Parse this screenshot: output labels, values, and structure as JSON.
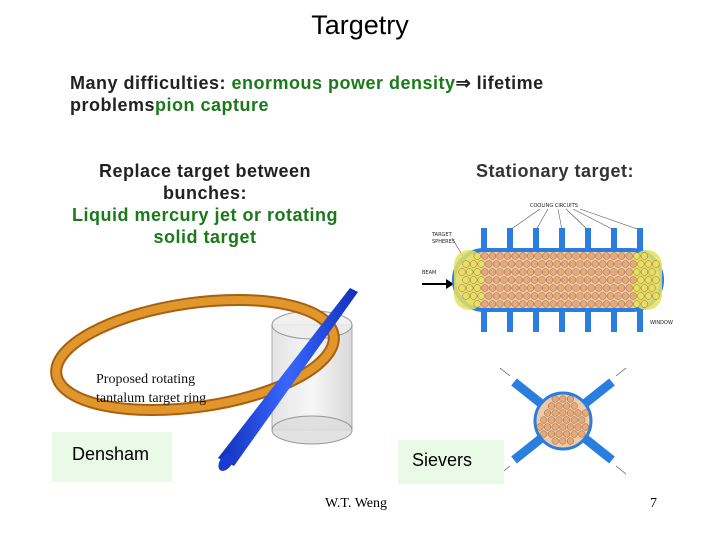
{
  "slide": {
    "title": "Targetry",
    "intro": {
      "part1": "Many difficulties: ",
      "part2": "enormous power density",
      "arrow_glyph": "⇒",
      "part3": " lifetime problems",
      "part4": "pion capture"
    },
    "left_block": [
      "Replace target between",
      "bunches:",
      "Liquid mercury jet or rotating",
      "solid target"
    ],
    "right_block": "Stationary target:",
    "image_caption": "Proposed rotating tantalum target ring",
    "credit_left": "Densham",
    "credit_right": "Sievers",
    "footer": "W.T. Weng",
    "page_number": "7"
  },
  "diagram": {
    "label_cooling": "COOLING CIRCUITS",
    "label_target": "TARGET",
    "label_spheres": "SPHERES",
    "label_beam": "BEAM",
    "label_window": "WINDOW"
  },
  "colors": {
    "green_text": "#1a7a1a",
    "tag_background": "#e9fbe6",
    "ring_orange": "#e0962a",
    "beam_blue": "#1d3fd6",
    "pipe_blue": "#2a7ee0",
    "sphere_tan": "#e8a878",
    "sphere_yellow": "#e8e060"
  }
}
